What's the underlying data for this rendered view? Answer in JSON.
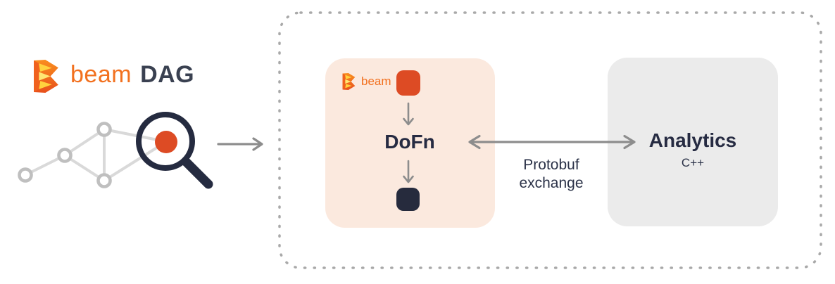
{
  "logo": {
    "brand": "beam",
    "product": "DAG"
  },
  "runtime": {
    "pipeline": {
      "brand": "beam",
      "dofn_label": "DoFn"
    },
    "analytics": {
      "title": "Analytics",
      "subtitle": "C++"
    },
    "exchange": {
      "line1": "Protobuf",
      "line2": "exchange"
    }
  },
  "icons": {
    "beam_b": "beam-b-logo",
    "graph": "dag-graph",
    "magnifier": "magnifying-glass",
    "focused_node": "highlighted-dag-node",
    "flow_arrow": "right-arrow",
    "exchange_arrow": "double-headed-arrow",
    "down_arrow": "down-arrow",
    "input_square": "orange-node-square",
    "output_square": "dark-node-square",
    "dashed_border": "dashed-rounded-container"
  },
  "colors": {
    "brand_orange": "#F2701E",
    "accent_orange": "#DD4B24",
    "navy": "#252B40",
    "dag_text": "#3A4151",
    "peach_bg": "#FBE9DE",
    "gray_bg": "#EBEBEB",
    "arrow_gray": "#8D8D8D",
    "graph_edge": "#D9D9D9",
    "graph_node_stroke": "#BFBFBF",
    "dash_border": "#A9A9A9"
  }
}
